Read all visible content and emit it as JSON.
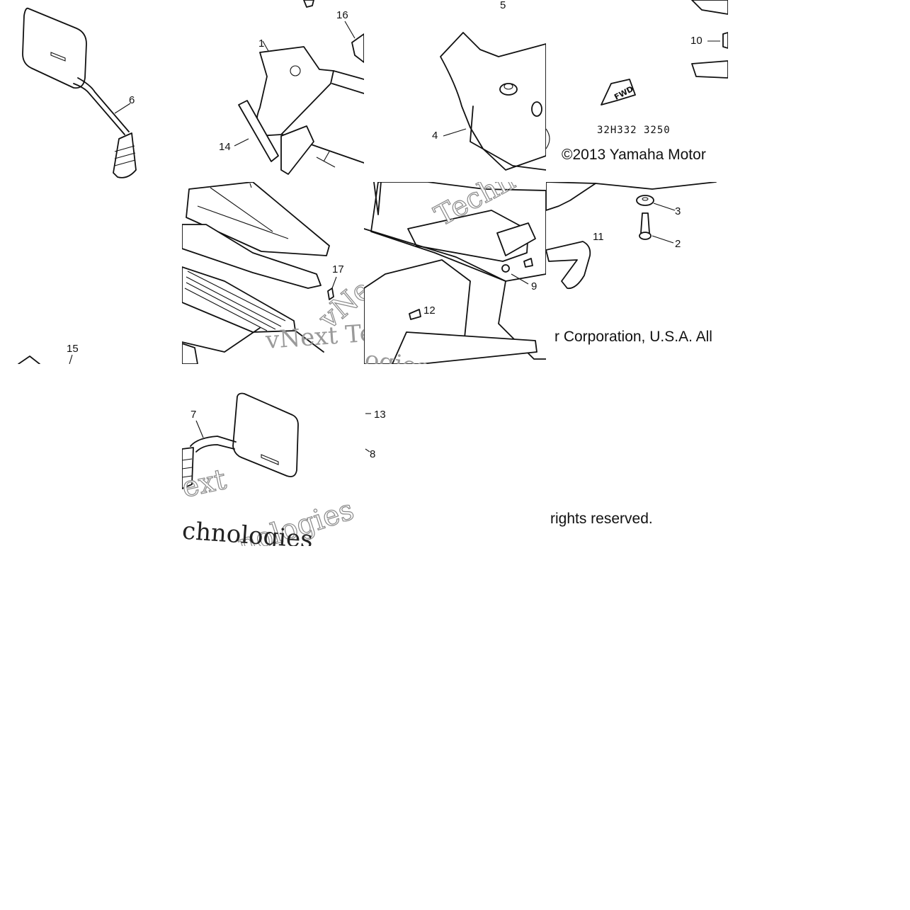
{
  "diagram": {
    "labels": {
      "l1": "1",
      "l2": "2",
      "l3": "3",
      "l4": "4",
      "l5": "5",
      "l6": "6",
      "l7": "7",
      "l8": "8",
      "l9": "9",
      "l10": "10",
      "l11": "11",
      "l12": "12",
      "l13": "13",
      "l14": "14",
      "l15": "15",
      "l16": "16",
      "l17": "17"
    },
    "fwd_marker": "FWD",
    "diagram_code": "32H332 3250",
    "copyright_line1": "©2013 Yamaha Motor",
    "copyright_line2": "r Corporation, U.S.A. All",
    "copyright_line3": "rights reserved.",
    "watermark": {
      "a": "vNext Tec",
      "b": "logies",
      "c": "vNe",
      "d": "Techn",
      "e": "ext",
      "f": "nologies",
      "g": "chnologies"
    }
  }
}
